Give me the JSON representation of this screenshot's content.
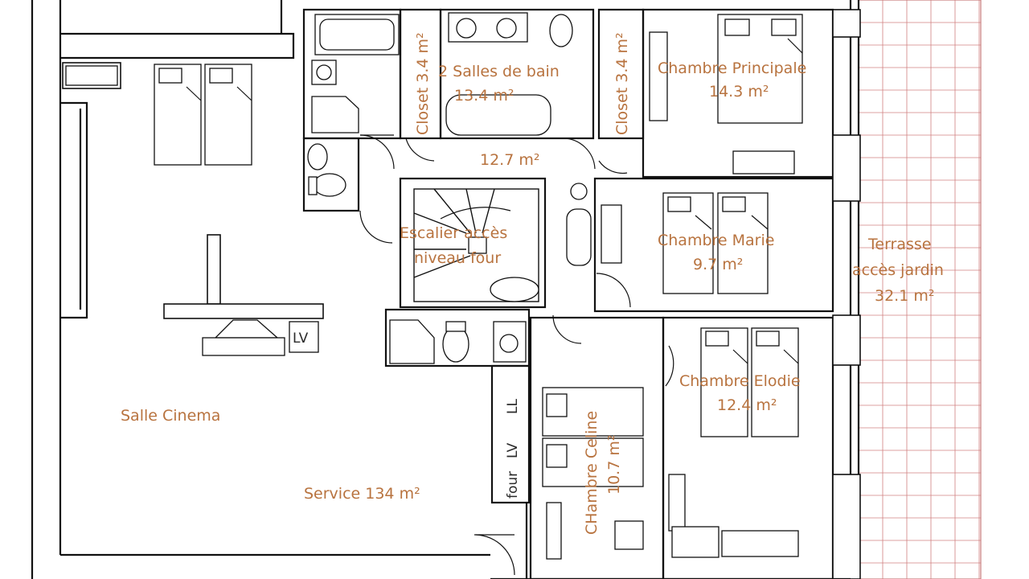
{
  "plan": {
    "rooms": {
      "salles_de_bain": {
        "name": "2 Salles de bain",
        "area": "13.4 m²"
      },
      "closet_left": {
        "name": "Closet 3.4 m²"
      },
      "closet_right": {
        "name": "Closet 3.4 m²"
      },
      "chambre_principale": {
        "name": "Chambre Principale",
        "area": "14.3 m²"
      },
      "hall": {
        "area": "12.7 m²"
      },
      "escalier": {
        "line1": "Escalier accès",
        "line2": "niveau four"
      },
      "chambre_marie": {
        "name": "Chambre Marie",
        "area": "9.7 m²"
      },
      "terrasse": {
        "line1": "Terrasse",
        "line2": "accès jardin",
        "area": "32.1 m²"
      },
      "chambre_elodie": {
        "name": "Chambre Elodie",
        "area": "12.4 m²"
      },
      "chambre_celine": {
        "name": "CHambre Celine",
        "area": "10.7 m²"
      },
      "salle_cinema": {
        "name": "Salle Cinema"
      },
      "service": {
        "name": "Service 134 m²"
      }
    },
    "fixtures": {
      "lv_main": "LV",
      "ll": "LL",
      "lv_utility": "LV",
      "four": "four"
    },
    "colors": {
      "label": "#b8733f",
      "wall": "#111111",
      "terrace_grid": "#d08080"
    }
  }
}
